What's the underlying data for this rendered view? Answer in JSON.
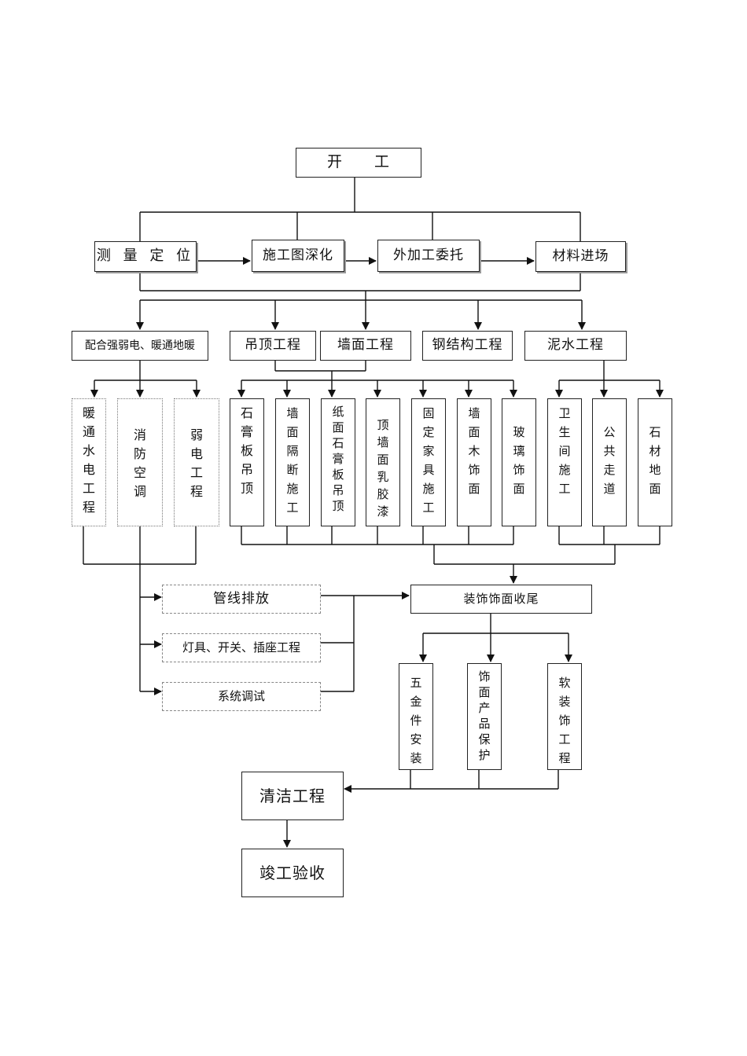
{
  "diagram": {
    "start": "开　　工",
    "row1": [
      "测 量 定 位",
      "施工图深化",
      "外加工委托",
      "材料进场"
    ],
    "row2": [
      "配合强弱电、暖通地暖",
      "吊顶工程",
      "墙面工程",
      "钢结构工程",
      "泥水工程"
    ],
    "mep": [
      "暖通水电工程",
      "消防空调",
      "弱电工程"
    ],
    "ceiling_wall": [
      "石膏板吊顶",
      "墙面隔断施工",
      "纸面石膏板吊顶",
      "顶墙面乳胶漆",
      "固定家具施工",
      "墙面木饰面",
      "玻璃饰面"
    ],
    "masonry": [
      "卫生间施工",
      "公共走道",
      "石材地面"
    ],
    "electrical": [
      "管线排放",
      "灯具、开关、插座工程",
      "系统调试"
    ],
    "finishing": "装饰饰面收尾",
    "final_items": [
      "五金件安装",
      "饰面产品保护",
      "软装饰工程"
    ],
    "cleaning": "清洁工程",
    "completion": "竣工验收"
  }
}
